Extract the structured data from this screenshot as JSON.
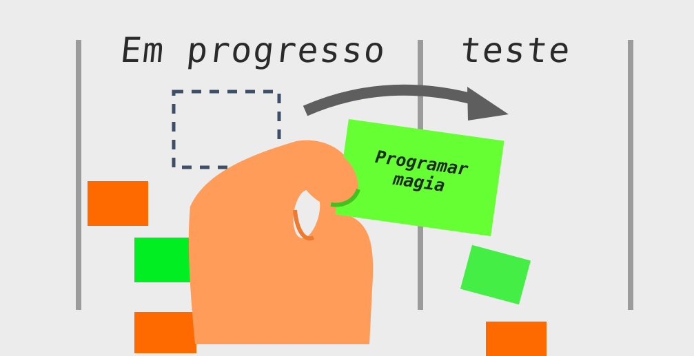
{
  "board": {
    "columns": [
      {
        "title": "Em progresso"
      },
      {
        "title": "teste"
      }
    ]
  },
  "note": {
    "text": "Programar\nmagia",
    "color": "#66ff33"
  },
  "colors": {
    "background": "#ececec",
    "divider": "#9b9b9b",
    "orange_card": "#ff6a00",
    "green_card": "#00ee22",
    "light_green_card": "#44ee44",
    "placeholder_outline": "#3d4e66",
    "arrow": "#5e5e5e",
    "hand": "#ff9c5a",
    "hand_shadow": "#ee7a2f"
  },
  "icons": [
    "dashed-placeholder-outline",
    "curved-move-arrow-icon",
    "hand-holding-card"
  ]
}
